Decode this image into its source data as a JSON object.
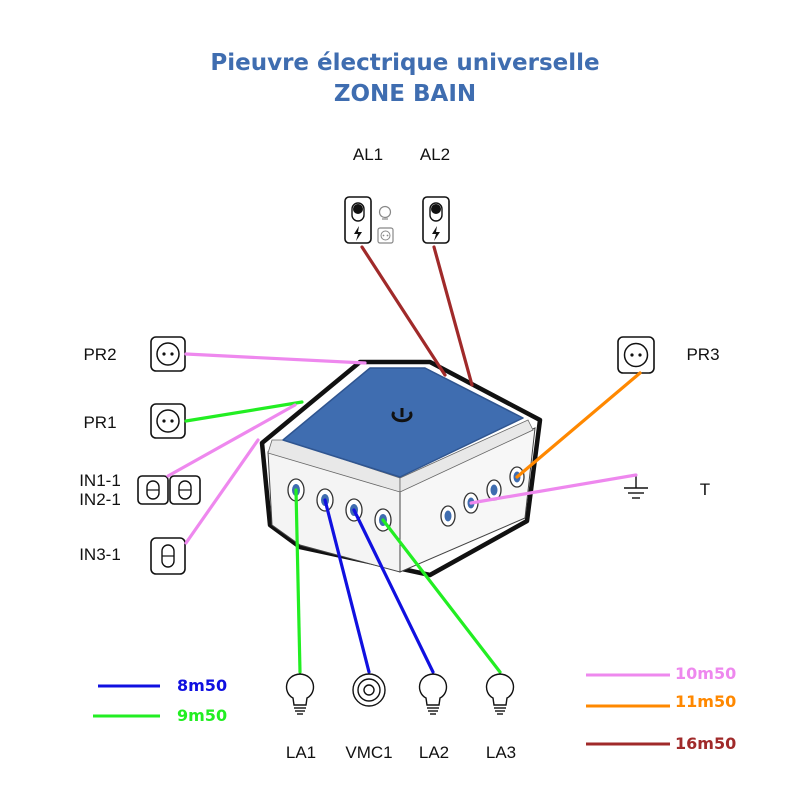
{
  "title": {
    "line1": "Pieuvre électrique universelle",
    "line2": "ZONE BAIN"
  },
  "colors": {
    "title": "#3f6db0",
    "box_top": "#3f6db0",
    "blue_wire": "#1010e0",
    "green_wire": "#22ee22",
    "pink_wire": "#ee88ee",
    "orange_wire": "#ff8800",
    "red_wire": "#a02a2a"
  },
  "devices": {
    "al1": {
      "label": "AL1",
      "icon": "switch-with-lightbulb-and-outlet-icon"
    },
    "al2": {
      "label": "AL2",
      "icon": "switch-icon"
    },
    "pr2": {
      "label": "PR2",
      "icon": "socket-icon"
    },
    "pr1": {
      "label": "PR1",
      "icon": "socket-icon"
    },
    "pr3": {
      "label": "PR3",
      "icon": "socket-icon"
    },
    "in1_in2": {
      "label1": "IN1-1",
      "label2": "IN2-1",
      "icon": "double-switch-icon"
    },
    "in3": {
      "label": "IN3-1",
      "icon": "switch-icon"
    },
    "t": {
      "label": "T",
      "icon": "ground-icon"
    },
    "la1": {
      "label": "LA1",
      "icon": "lightbulb-icon"
    },
    "vmc1": {
      "label": "VMC1",
      "icon": "fan-icon"
    },
    "la2": {
      "label": "LA2",
      "icon": "lightbulb-icon"
    },
    "la3": {
      "label": "LA3",
      "icon": "lightbulb-icon"
    }
  },
  "legend": [
    {
      "length": "8m50",
      "color": "#1010e0"
    },
    {
      "length": "9m50",
      "color": "#22ee22"
    },
    {
      "length": "10m50",
      "color": "#ee88ee"
    },
    {
      "length": "11m50",
      "color": "#ff8800"
    },
    {
      "length": "16m50",
      "color": "#a02a2a"
    }
  ]
}
